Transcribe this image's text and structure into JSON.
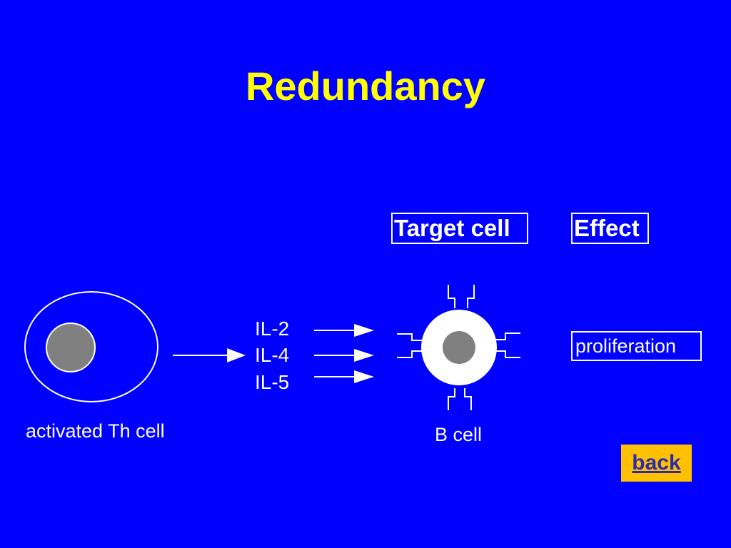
{
  "slide": {
    "title": "Redundancy"
  },
  "headers": {
    "target_cell": "Target cell",
    "effect": "Effect"
  },
  "source_cell": {
    "label": "activated Th cell"
  },
  "cytokines": [
    "IL-2",
    "IL-4",
    "IL-5"
  ],
  "target": {
    "label": "B cell"
  },
  "effect": {
    "text": "proliferation"
  },
  "nav": {
    "back_label": "back"
  },
  "colors": {
    "background": "#0000ff",
    "title": "#ffff00",
    "nucleus": "#808080",
    "button": "#ffc000"
  }
}
